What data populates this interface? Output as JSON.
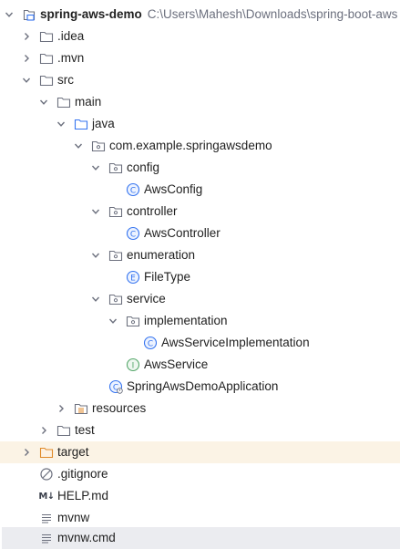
{
  "project": {
    "name": "spring-aws-demo",
    "path": "C:\\Users\\Mahesh\\Downloads\\spring-boot-aws"
  },
  "tree": {
    "idea": ".idea",
    "mvn": ".mvn",
    "src": "src",
    "main": "main",
    "java": "java",
    "package": "com.example.springawsdemo",
    "config": "config",
    "awsconfig": "AwsConfig",
    "controller": "controller",
    "awscontroller": "AwsController",
    "enumeration": "enumeration",
    "filetype": "FileType",
    "service": "service",
    "implementation": "implementation",
    "awsserviceimpl": "AwsServiceImplementation",
    "awsservice": "AwsService",
    "app": "SpringAwsDemoApplication",
    "resources": "resources",
    "test": "test",
    "target": "target",
    "gitignore": ".gitignore",
    "helpmd": "HELP.md",
    "mvnw": "mvnw",
    "mvnwcmd": "mvnw.cmd"
  },
  "icons": {
    "md_badge": "M↓"
  },
  "colors": {
    "class_icon": "#3574f0",
    "enum_icon": "#3574f0",
    "interface_icon": "#55a76a",
    "folder_stroke": "#6c707e",
    "target_folder": "#e08a29",
    "selected_row": "#ebecf0",
    "target_row": "#fbf3e5"
  }
}
